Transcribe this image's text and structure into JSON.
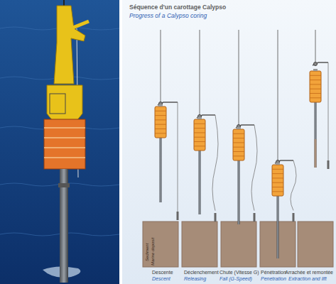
{
  "diagram": {
    "title": "Séquence d'un carottage Calypso",
    "labels": [
      "Progress of a Calypso coring",
      "Sediment",
      "Marine deposit",
      "Descente",
      "Descent",
      "Déclenchement",
      "Releasing",
      "Chute (Vitesse G)",
      "Fall (G-Speed)",
      "Pénétration",
      "Penetration",
      "Arrachée et remontée",
      "Extraction and lift"
    ]
  }
}
